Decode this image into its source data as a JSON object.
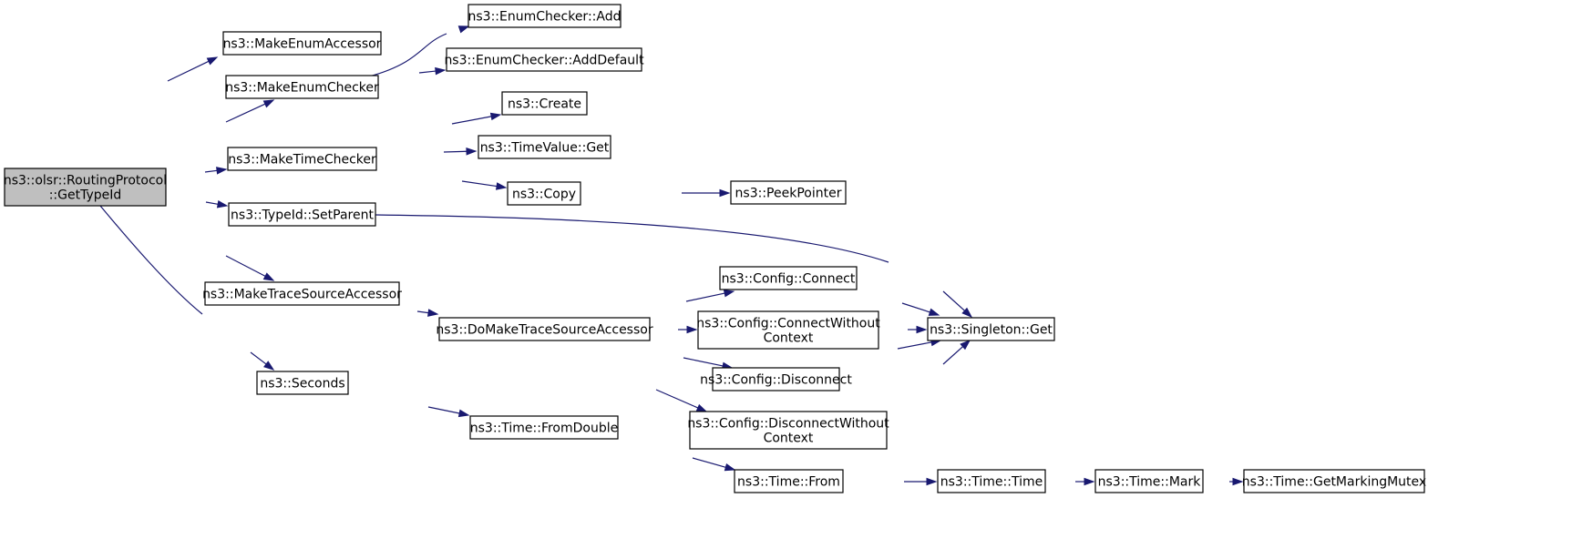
{
  "graph": {
    "title": "",
    "edge_color": "#191970",
    "root_fill": "#bfbfbf",
    "nodes": [
      {
        "id": "root",
        "lines": [
          "ns3::olsr::RoutingProtocol",
          "::GetTypeId"
        ],
        "root": true
      },
      {
        "id": "makeEnumAccessor",
        "lines": [
          "ns3::MakeEnumAccessor"
        ]
      },
      {
        "id": "makeEnumChecker",
        "lines": [
          "ns3::MakeEnumChecker"
        ]
      },
      {
        "id": "enumAdd",
        "lines": [
          "ns3::EnumChecker::Add"
        ]
      },
      {
        "id": "enumAddDefault",
        "lines": [
          "ns3::EnumChecker::AddDefault"
        ]
      },
      {
        "id": "makeTimeChecker",
        "lines": [
          "ns3::MakeTimeChecker"
        ]
      },
      {
        "id": "create",
        "lines": [
          "ns3::Create"
        ]
      },
      {
        "id": "timeValueGet",
        "lines": [
          "ns3::TimeValue::Get"
        ]
      },
      {
        "id": "copy",
        "lines": [
          "ns3::Copy"
        ]
      },
      {
        "id": "peekPointer",
        "lines": [
          "ns3::PeekPointer"
        ]
      },
      {
        "id": "setParent",
        "lines": [
          "ns3::TypeId::SetParent"
        ]
      },
      {
        "id": "makeTraceSourceAccessor",
        "lines": [
          "ns3::MakeTraceSourceAccessor"
        ]
      },
      {
        "id": "doMakeTraceSourceAccessor",
        "lines": [
          "ns3::DoMakeTraceSourceAccessor"
        ]
      },
      {
        "id": "configConnect",
        "lines": [
          "ns3::Config::Connect"
        ]
      },
      {
        "id": "configConnectWithoutContext",
        "lines": [
          "ns3::Config::ConnectWithout",
          "Context"
        ]
      },
      {
        "id": "configDisconnect",
        "lines": [
          "ns3::Config::Disconnect"
        ]
      },
      {
        "id": "configDisconnectWithoutContext",
        "lines": [
          "ns3::Config::DisconnectWithout",
          "Context"
        ]
      },
      {
        "id": "singletonGet",
        "lines": [
          "ns3::Singleton::Get"
        ]
      },
      {
        "id": "seconds",
        "lines": [
          "ns3::Seconds"
        ]
      },
      {
        "id": "timeFromDouble",
        "lines": [
          "ns3::Time::FromDouble"
        ]
      },
      {
        "id": "timeFrom",
        "lines": [
          "ns3::Time::From"
        ]
      },
      {
        "id": "timeTime",
        "lines": [
          "ns3::Time::Time"
        ]
      },
      {
        "id": "timeMark",
        "lines": [
          "ns3::Time::Mark"
        ]
      },
      {
        "id": "getMarkingMutex",
        "lines": [
          "ns3::Time::GetMarkingMutex"
        ]
      }
    ],
    "edges": [
      {
        "from": "root",
        "to": "makeEnumAccessor"
      },
      {
        "from": "root",
        "to": "makeEnumChecker"
      },
      {
        "from": "root",
        "to": "makeTimeChecker"
      },
      {
        "from": "root",
        "to": "setParent"
      },
      {
        "from": "root",
        "to": "makeTraceSourceAccessor"
      },
      {
        "from": "root",
        "to": "seconds"
      },
      {
        "from": "makeEnumChecker",
        "to": "enumAdd"
      },
      {
        "from": "makeEnumChecker",
        "to": "enumAddDefault"
      },
      {
        "from": "makeTimeChecker",
        "to": "create"
      },
      {
        "from": "makeTimeChecker",
        "to": "timeValueGet"
      },
      {
        "from": "makeTimeChecker",
        "to": "copy"
      },
      {
        "from": "copy",
        "to": "peekPointer"
      },
      {
        "from": "setParent",
        "to": "singletonGet"
      },
      {
        "from": "makeTraceSourceAccessor",
        "to": "doMakeTraceSourceAccessor"
      },
      {
        "from": "doMakeTraceSourceAccessor",
        "to": "configConnect"
      },
      {
        "from": "doMakeTraceSourceAccessor",
        "to": "configConnectWithoutContext"
      },
      {
        "from": "doMakeTraceSourceAccessor",
        "to": "configDisconnect"
      },
      {
        "from": "doMakeTraceSourceAccessor",
        "to": "configDisconnectWithoutContext"
      },
      {
        "from": "configConnect",
        "to": "singletonGet"
      },
      {
        "from": "configConnectWithoutContext",
        "to": "singletonGet"
      },
      {
        "from": "configDisconnect",
        "to": "singletonGet"
      },
      {
        "from": "configDisconnectWithoutContext",
        "to": "singletonGet"
      },
      {
        "from": "seconds",
        "to": "timeFromDouble"
      },
      {
        "from": "timeFromDouble",
        "to": "timeFrom"
      },
      {
        "from": "timeFrom",
        "to": "timeTime"
      },
      {
        "from": "timeTime",
        "to": "timeMark"
      },
      {
        "from": "timeMark",
        "to": "getMarkingMutex"
      }
    ]
  }
}
